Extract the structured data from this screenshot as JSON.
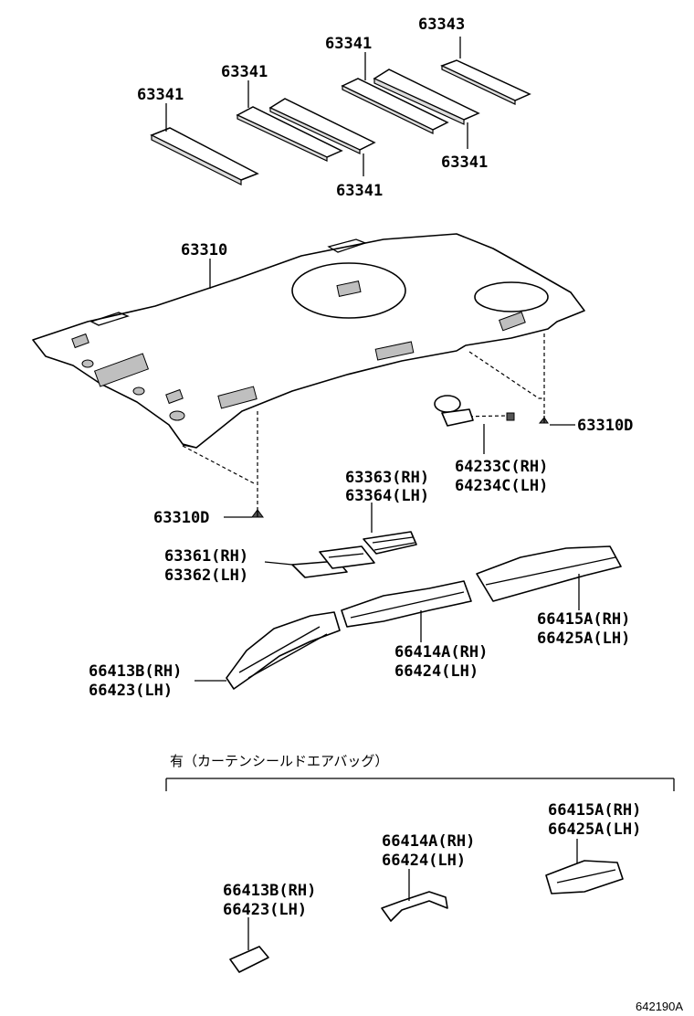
{
  "labels": {
    "p63343": "63343",
    "p63341_top": "63341",
    "p63341_mid": "63341",
    "p63341_left": "63341",
    "p63341_right_bottom": "63341",
    "p63341_center_bottom": "63341",
    "p63310": "63310",
    "p63310D_right": "63310D",
    "p63310D_left": "63310D",
    "p64233C": "64233C(RH)",
    "p64234C": "64234C(LH)",
    "p63363": "63363(RH)",
    "p63364": "63364(LH)",
    "p63361": "63361(RH)",
    "p63362": "63362(LH)",
    "p66413B": "66413B(RH)",
    "p66423": "66423(LH)",
    "p66414A": "66414A(RH)",
    "p66424": "66424(LH)",
    "p66415A": "66415A(RH)",
    "p66425A": "66425A(LH)",
    "b66415A": "66415A(RH)",
    "b66425A": "66425A(LH)",
    "b66414A": "66414A(RH)",
    "b66424": "66424(LH)",
    "b66413B": "66413B(RH)",
    "b66423": "66423(LH)"
  },
  "section_caption": "有（カーテンシールドエアバッグ）",
  "diagram_code": "642190A"
}
